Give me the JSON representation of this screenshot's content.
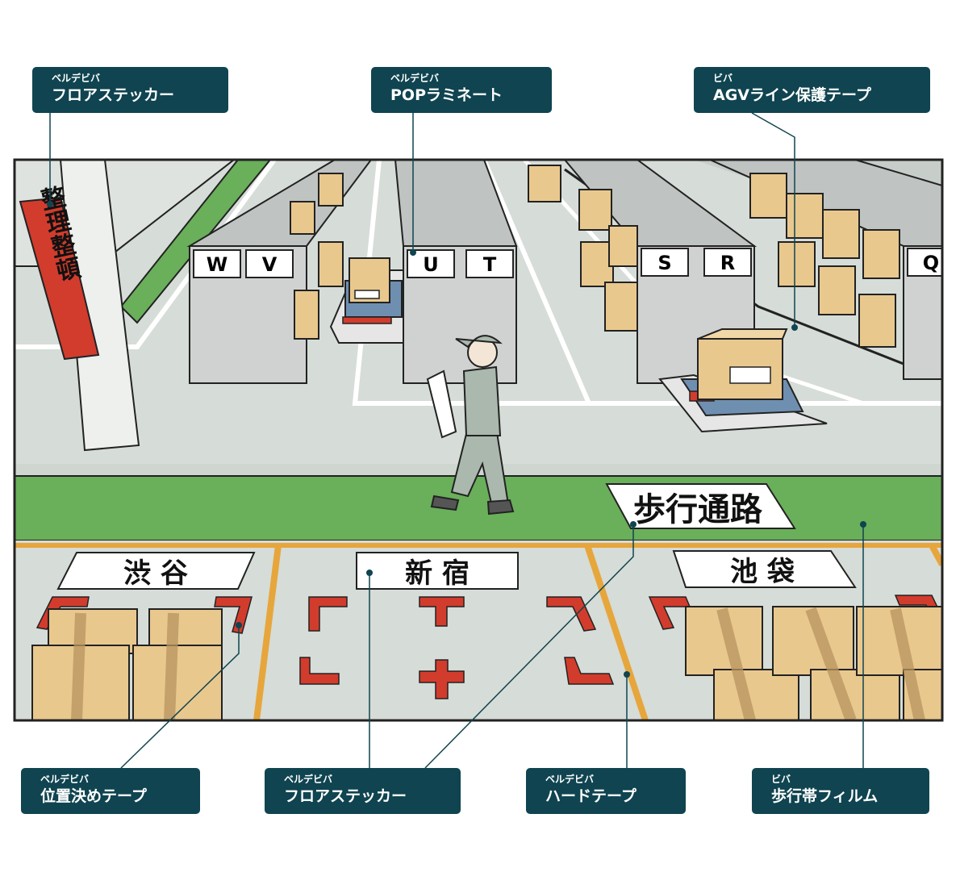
{
  "callouts": [
    {
      "id": "floor-sticker-top",
      "sub": "ベルデビバ",
      "main": "フロアステッカー"
    },
    {
      "id": "pop-laminate",
      "sub": "ベルデビバ",
      "main": "POPラミネート"
    },
    {
      "id": "agv-tape",
      "sub": "ビバ",
      "main": "AGVライン保護テープ"
    },
    {
      "id": "position-tape",
      "sub": "ベルデビバ",
      "main": "位置決めテープ"
    },
    {
      "id": "floor-sticker-bottom",
      "sub": "ベルデビバ",
      "main": "フロアステッカー"
    },
    {
      "id": "hard-tape",
      "sub": "ベルデビバ",
      "main": "ハードテープ"
    },
    {
      "id": "walkway-film",
      "sub": "ビバ",
      "main": "歩行帯フィルム"
    }
  ],
  "scene": {
    "pillar_sign": "整理整頓",
    "shelf_letters": [
      "W",
      "V",
      "U",
      "T",
      "S",
      "R",
      "Q"
    ],
    "walkway_sign": "歩行通路",
    "zones": [
      "渋 谷",
      "新 宿",
      "池 袋"
    ]
  },
  "colors": {
    "callout_bg": "#0f4450",
    "leader": "#0f4450",
    "floor": "#d6dcd7",
    "walkway": "#6aaf5a",
    "zone_line": "#e6a63c",
    "marker": "#d23c2d",
    "box": "#e9c88e",
    "shelf": "#cfd2d1",
    "pillar_sign_bg": "#d23c2d"
  }
}
